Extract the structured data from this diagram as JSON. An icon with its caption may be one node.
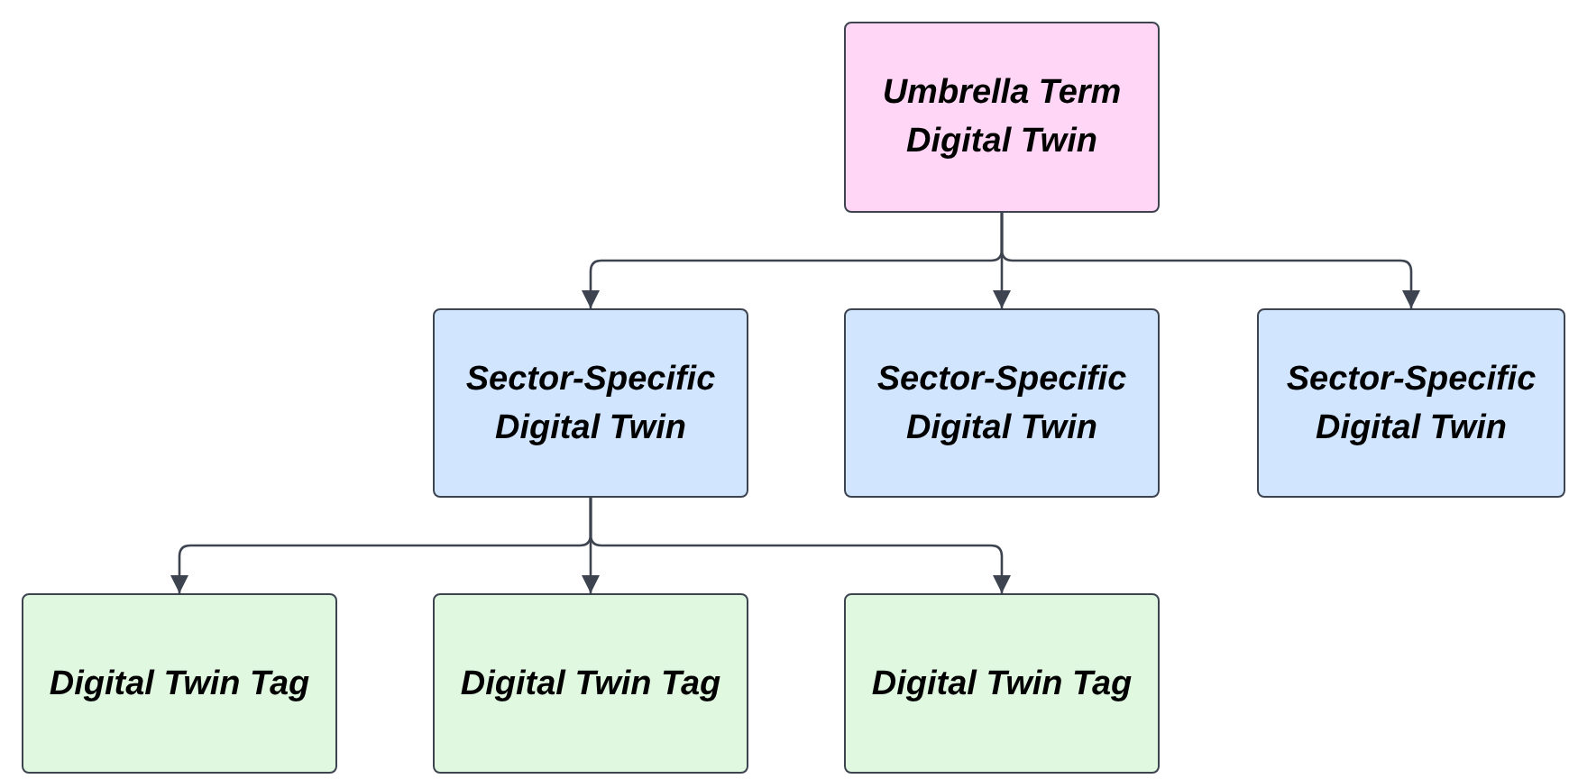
{
  "diagram": {
    "nodes": [
      {
        "text": [
          "Umbrella Term Digital Twin"
        ]
      },
      {
        "text": [
          "Sector-Specific Digital Twin"
        ]
      },
      {
        "text": [
          "Sector-Specific Digital Twin"
        ]
      },
      {
        "text": [
          "Sector-Specific Digital Twin"
        ]
      },
      {
        "text": [
          "Digital Twin Tag"
        ]
      },
      {
        "text": [
          "Digital Twin Tag"
        ]
      },
      {
        "text": [
          "Digital Twin Tag"
        ]
      }
    ],
    "edges": [
      {
        "from": 0,
        "to": 1,
        "arrow": "to"
      },
      {
        "from": 0,
        "to": 2,
        "arrow": "to"
      },
      {
        "from": 0,
        "to": 3,
        "arrow": "to"
      },
      {
        "from": 1,
        "to": 4,
        "arrow": "to"
      },
      {
        "from": 1,
        "to": 5,
        "arrow": "to"
      },
      {
        "from": 1,
        "to": 6,
        "arrow": "to"
      }
    ]
  }
}
